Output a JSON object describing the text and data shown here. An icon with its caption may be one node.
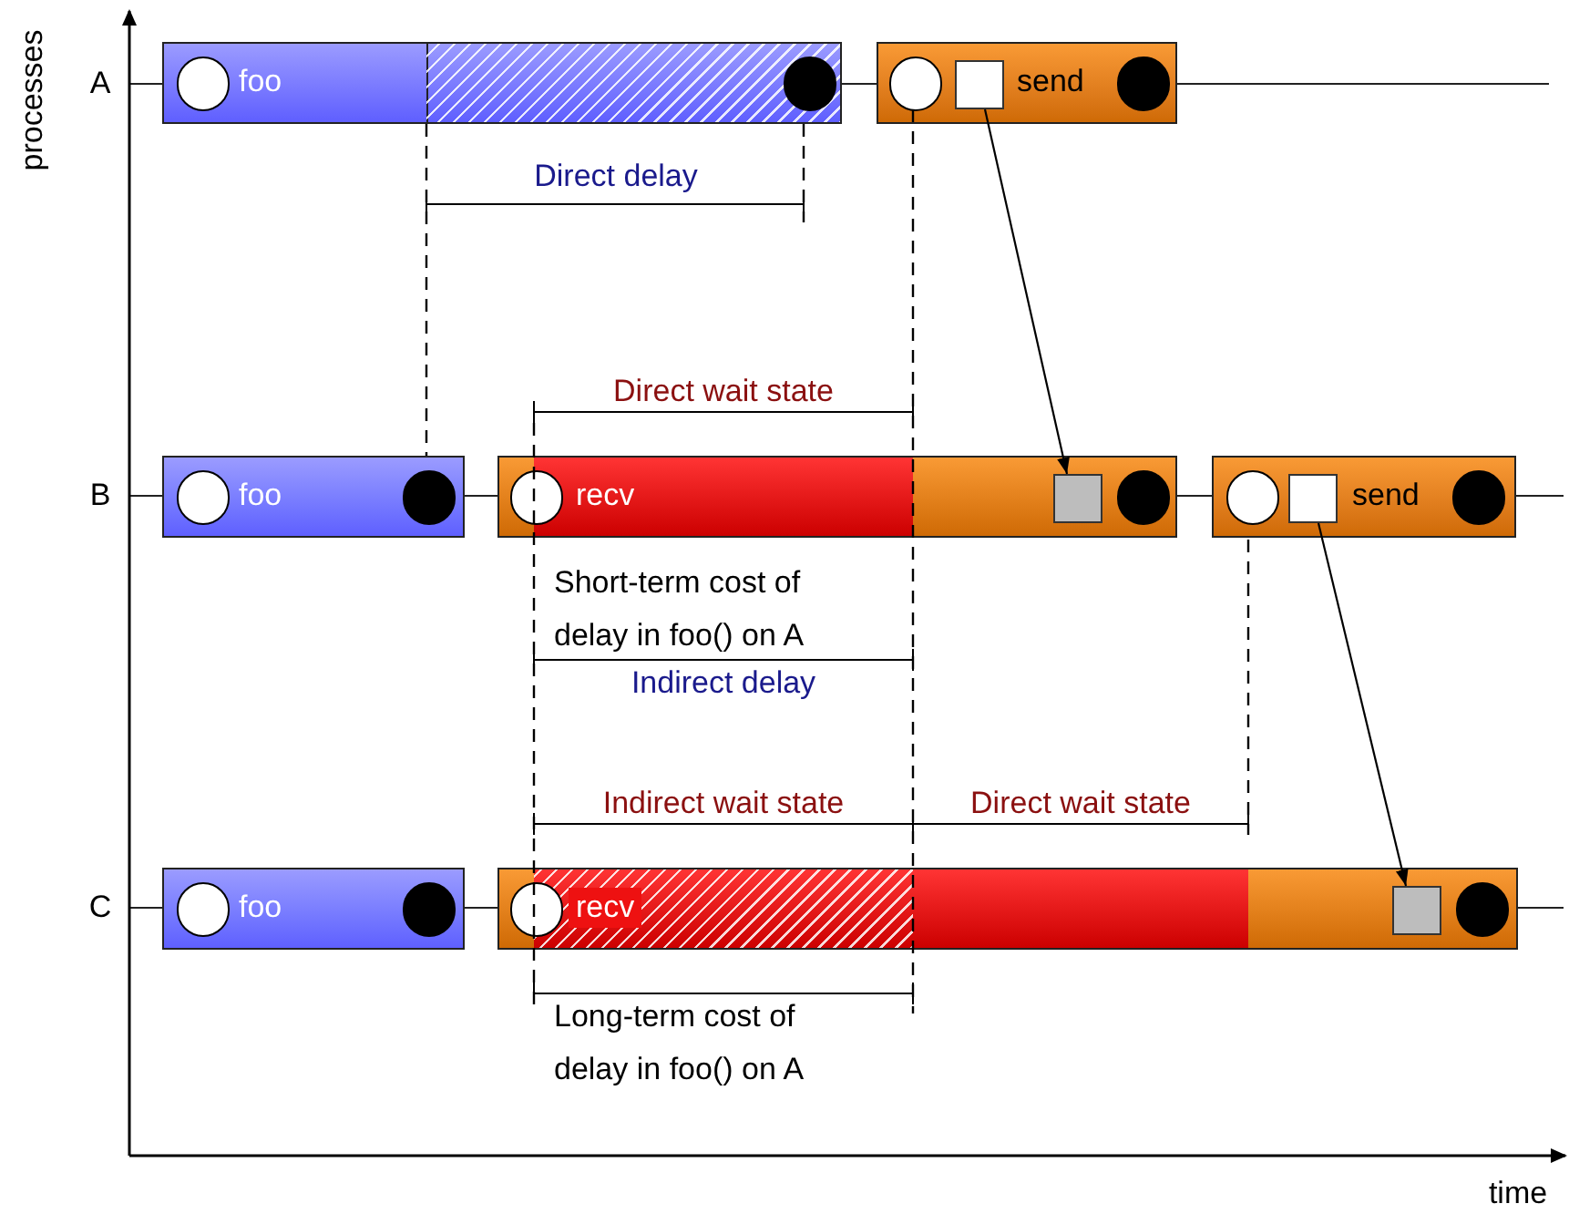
{
  "diagram": {
    "nodes": [
      {
        "text": [
          "foo"
        ]
      },
      {
        "text": [
          "send"
        ]
      },
      {
        "text": [],
        "shape": "box",
        "in": 1
      },
      {
        "text": [
          "foo"
        ]
      },
      {
        "text": [
          "recv"
        ]
      },
      {
        "text": [],
        "shape": "box",
        "in": 4
      },
      {
        "text": [
          "send"
        ]
      },
      {
        "text": [],
        "shape": "box",
        "in": 6
      },
      {
        "text": [
          "foo"
        ]
      },
      {
        "text": [
          "recv"
        ]
      },
      {
        "text": [],
        "shape": "box",
        "in": 9
      }
    ],
    "edges": [
      {
        "from": 2,
        "to": 5,
        "arrow": "to"
      },
      {
        "from": 7,
        "to": 10,
        "arrow": "to"
      },
      {
        "from": 0,
        "to": 3,
        "arrow": "none",
        "style": "dashed"
      }
    ],
    "labels": [
      "processes",
      "A",
      "Direct delay",
      "Direct wait state",
      "B",
      "Short-term cost of delay in foo() on A",
      "Indirect delay",
      "Indirect wait state",
      "Direct wait state",
      "C",
      "Long-term cost of delay in foo() on A",
      "time"
    ]
  }
}
